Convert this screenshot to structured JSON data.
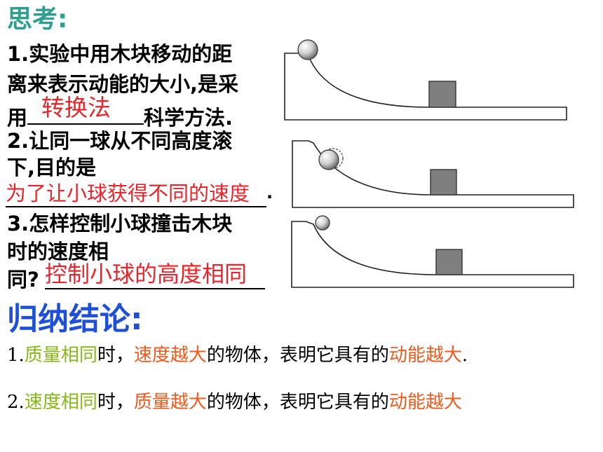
{
  "think": {
    "title": "思考:"
  },
  "q1": {
    "line1": "1.实验中用木块移动的距",
    "line2": "离来表示动能的大小,是采",
    "prefix": "用",
    "answer": "转换法",
    "suffix": "科学方法."
  },
  "q2": {
    "line1": "2.让同一球从不同高度滚",
    "line2": "下,目的是",
    "answer": "为了让小球获得不同的速度",
    "suffix": "."
  },
  "q3": {
    "line1": "3.怎样控制小球撞击木块",
    "line2": "时的速度相",
    "prefix": "同?",
    "answer": "控制小球的高度相同"
  },
  "conclusion": {
    "title": "归纳结论:",
    "c1": {
      "num": "1.",
      "cond": "质量相同",
      "t1": "时，",
      "var": "速度越大",
      "t2": "的物体，表明它具有的",
      "result": "动能越大",
      "end": "."
    },
    "c2": {
      "num": "2.",
      "cond": "速度相同",
      "t1": "时，",
      "var": "质量越大",
      "t2": "的物体，表明它具有的",
      "result": "动能越大"
    }
  },
  "colors": {
    "title_teal": "#2e9e8f",
    "answer_red": "#e8252a",
    "conclusion_blue": "#1d4fd8",
    "condition_green": "#86b817",
    "result_orange": "#f05a1e",
    "block_gray": "#7f7f7f"
  }
}
